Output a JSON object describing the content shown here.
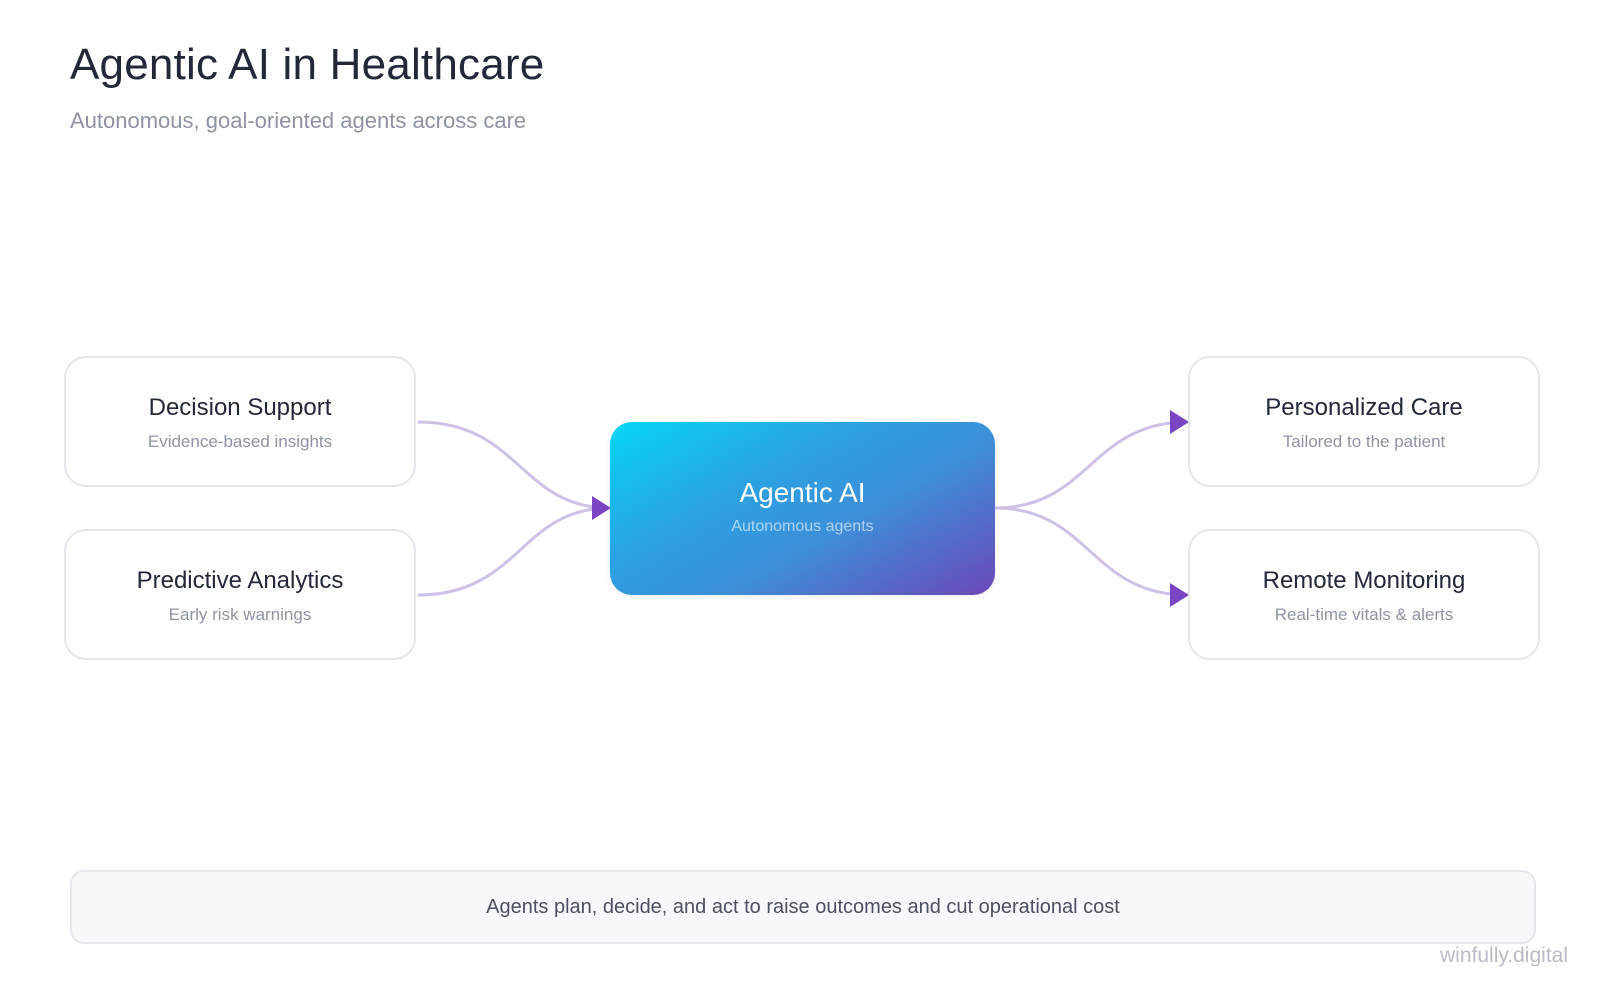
{
  "header": {
    "title": "Agentic AI in Healthcare",
    "subtitle": "Autonomous, goal-oriented agents across care"
  },
  "center": {
    "title": "Agentic AI",
    "subtitle": "Autonomous agents"
  },
  "inputs": [
    {
      "title": "Decision Support",
      "subtitle": "Evidence-based insights"
    },
    {
      "title": "Predictive Analytics",
      "subtitle": "Early risk warnings"
    }
  ],
  "outputs": [
    {
      "title": "Personalized Care",
      "subtitle": "Tailored to the patient"
    },
    {
      "title": "Remote Monitoring",
      "subtitle": "Real-time vitals & alerts"
    }
  ],
  "footer": {
    "text": "Agents plan, decide, and act to raise outcomes and cut operational cost"
  },
  "watermark": "winfully.digital",
  "colors": {
    "connector": "#cfc1e6",
    "arrow": "#7a45c2",
    "gradient_start": "#06d6f7",
    "gradient_end": "#6b47b8"
  }
}
